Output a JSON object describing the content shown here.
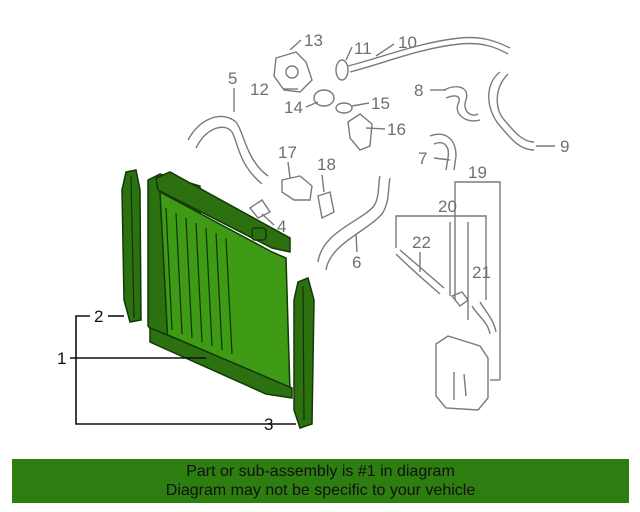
{
  "callouts": {
    "c1": "1",
    "c2": "2",
    "c3": "3",
    "c4": "4",
    "c5": "5",
    "c6": "6",
    "c7": "7",
    "c8": "8",
    "c9": "9",
    "c10": "10",
    "c11": "11",
    "c12": "12",
    "c13": "13",
    "c14": "14",
    "c15": "15",
    "c16": "16",
    "c17": "17",
    "c18": "18",
    "c19": "19",
    "c20": "20",
    "c21": "21",
    "c22": "22"
  },
  "banner": {
    "line1": "Part or sub-assembly is #1 in diagram",
    "line2": "Diagram may not be specific to your vehicle"
  },
  "colors": {
    "highlight": "#3f9a16",
    "banner": "#2e7d10",
    "part_outline": "#7a7a7a"
  }
}
